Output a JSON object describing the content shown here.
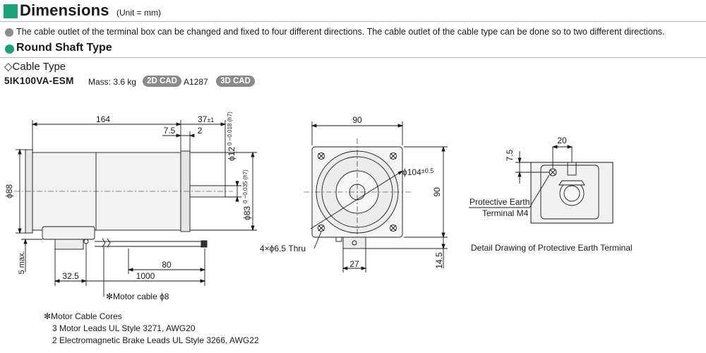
{
  "header": {
    "title": "Dimensions",
    "unit": "(Unit = mm)",
    "accent_color": "#18a37a"
  },
  "note": {
    "icon": "gray-bullet",
    "text": "The cable outlet of the terminal box can be changed and fixed to four different directions. The cable outlet of the cable type can be done so to two different directions."
  },
  "section": {
    "icon": "green-bullet",
    "title": "Round Shaft Type"
  },
  "subsection": {
    "title": "◇Cable Type"
  },
  "product": {
    "model": "5IK100VA-ESM",
    "mass": "Mass: 3.6 kg",
    "cad2d_label": "2D CAD",
    "cad2d_number": "A1287",
    "cad3d_label": "3D CAD"
  },
  "side_view": {
    "dim_length": "164",
    "dim_shaft_len": "37",
    "dim_shaft_tol": "±1",
    "dim_7_5": "7.5",
    "dim_2": "2",
    "dim_88": "ϕ88",
    "dim_shaft_dia": "ϕ12",
    "dim_shaft_dia_tol": "0 −0.018 (h7)",
    "dim_pilot_dia": "ϕ83",
    "dim_pilot_tol": "0 −0.035 (h7)",
    "dim_5max": "5 max.",
    "dim_32_5": "32.5",
    "dim_80": "80",
    "dim_1000": "1000",
    "cable_label": "✻Motor cable ϕ8"
  },
  "front_view": {
    "dim_width": "90",
    "dim_height": "90",
    "dim_bolt_circle": "ϕ104",
    "dim_bolt_circle_tol": "±0.5",
    "holes_label": "4×ϕ6.5 Thru",
    "dim_27": "27",
    "dim_14_5": "14.5"
  },
  "detail_view": {
    "dim_20": "20",
    "dim_7_5": "7.5",
    "pe_label_line1": "Protective Earth",
    "pe_label_line2": "Terminal M4",
    "caption": "Detail Drawing of Protective Earth Terminal"
  },
  "footnote": {
    "title": "✻Motor Cable Cores",
    "line1": "3 Motor Leads UL Style 3271, AWG20",
    "line2": "2 Electromagnetic Brake Leads UL Style 3266, AWG22"
  }
}
